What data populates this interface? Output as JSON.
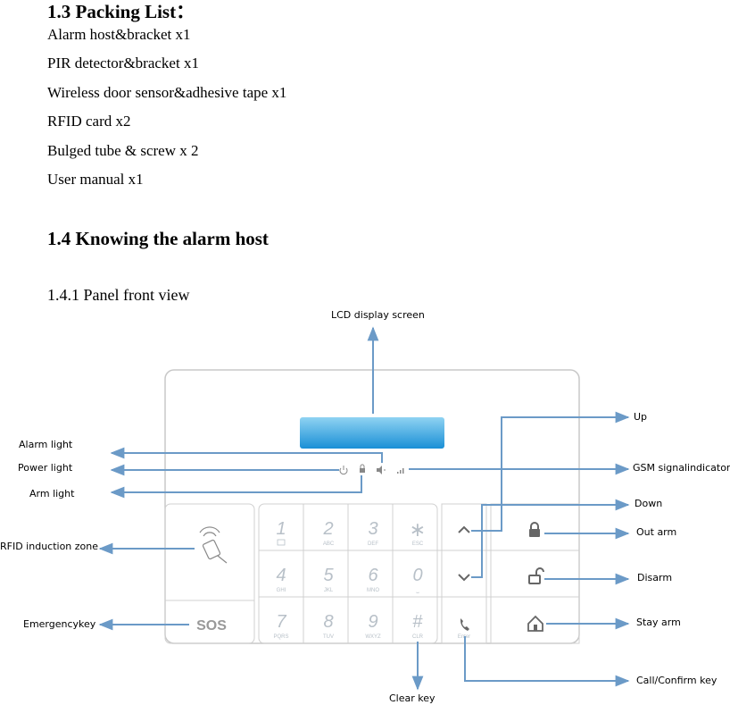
{
  "section_1_3": {
    "title": "1.3 Packing List：",
    "items": [
      "Alarm host&bracket x1",
      "PIR detector&bracket x1",
      "Wireless door sensor&adhesive tape x1",
      "RFID card x2",
      "Bulged tube & screw x 2",
      "User manual x1"
    ]
  },
  "section_1_4": {
    "title": "1.4 Knowing the alarm host",
    "subsection": "1.4.1 Panel front view"
  },
  "callouts": {
    "lcd": "LCD display screen",
    "alarm_light": "Alarm light",
    "power_light": "Power light",
    "arm_light": "Arm light",
    "rfid_zone": "RFID induction zone",
    "emergency": "Emergencykey",
    "up": "Up",
    "gsm": "GSM signalindicator",
    "down": "Down",
    "out_arm": "Out arm",
    "disarm": "Disarm",
    "stay_arm": "Stay arm",
    "call_confirm": "Call/Confirm key",
    "clear": "Clear key"
  },
  "keypad": {
    "sos": "SOS",
    "keys": [
      {
        "main": "1",
        "sub": ""
      },
      {
        "main": "2",
        "sub": "ABC"
      },
      {
        "main": "3",
        "sub": "DEF"
      },
      {
        "main": "∗",
        "sub": "ESC"
      },
      {
        "main": "4",
        "sub": "GHI"
      },
      {
        "main": "5",
        "sub": "JKL"
      },
      {
        "main": "6",
        "sub": "MNO"
      },
      {
        "main": "0",
        "sub": "⎵"
      },
      {
        "main": "7",
        "sub": "PQRS"
      },
      {
        "main": "8",
        "sub": "TUV"
      },
      {
        "main": "9",
        "sub": "WXYZ"
      },
      {
        "main": "#",
        "sub": "CLR"
      }
    ],
    "enter": "Enter"
  },
  "colors": {
    "arrow": "#6b9ac7",
    "key_text": "#b8c0c8",
    "lcd_top": "#8fd3f2",
    "lcd_bottom": "#1a8fd6"
  },
  "icons": [
    "rfid-card-icon",
    "power-icon",
    "lock-icon",
    "speaker-icon",
    "signal-icon",
    "up-arrow-icon",
    "down-arrow-icon",
    "lock-closed-icon",
    "lock-open-icon",
    "home-icon",
    "phone-icon"
  ]
}
